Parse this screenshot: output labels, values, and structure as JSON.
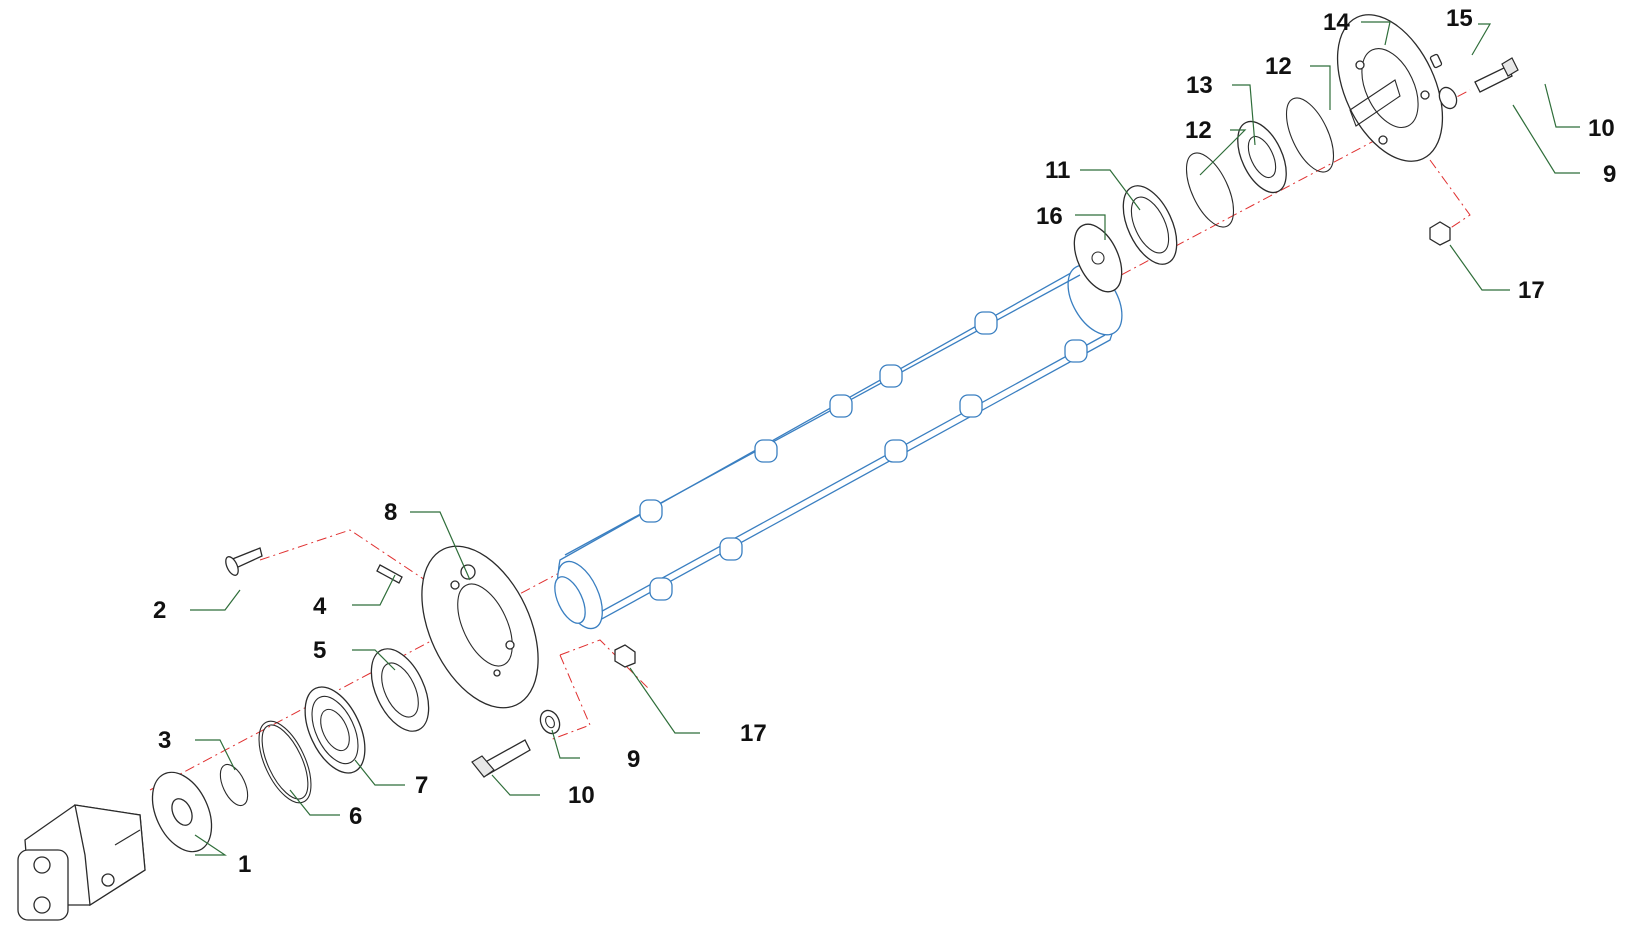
{
  "diagram": {
    "colors": {
      "callout_text": "#111111",
      "leader_line": "#2f6e3a",
      "center_axis": "#e03030",
      "roller_outline": "#3a7fc1",
      "part_outline": "#2b2b2b"
    },
    "parts": {
      "hydraulic_motor": "1",
      "thrust_washer": "1",
      "countersunk_screw": "2",
      "snap_ring_small": "3",
      "grub_screw": "4",
      "oil_seal_left": "5",
      "circlip_left": "6",
      "bearing_left": "7",
      "flange_left": "8",
      "washer_left": "9",
      "bolt_left": "10",
      "nut_left": "17",
      "bearing_right": "11",
      "circlip_right_inner": "12",
      "circlip_right_outer": "12",
      "oil_seal_right": "13",
      "flange_right": "14",
      "grease_nipple": "15",
      "spacer": "16",
      "nut_right": "17",
      "washer_right": "9",
      "bolt_right": "10"
    }
  }
}
